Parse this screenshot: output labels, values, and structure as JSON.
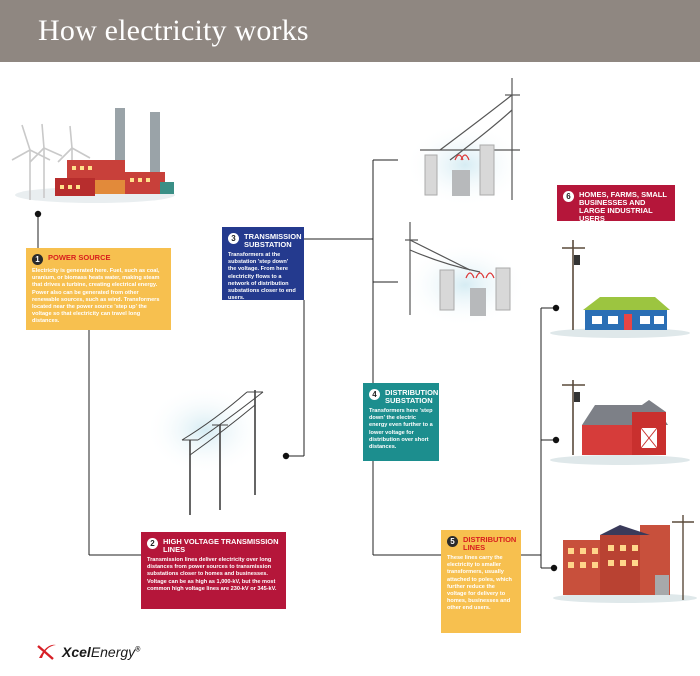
{
  "header": {
    "title": "How electricity works"
  },
  "steps": [
    {
      "number": "1",
      "title": "POWER SOURCE",
      "body": "Electricity is generated here. Fuel, such as coal, uranium, or biomass heats water, making steam that drives a turbine, creating electrical energy. Power also can be generated from other renewable sources, such as wind. Transformers located near the power source 'step up' the voltage so that electricity can travel long distances."
    },
    {
      "number": "2",
      "title": "HIGH VOLTAGE TRANSMISSION LINES",
      "body": "Transmission lines deliver electricity over long distances from power sources to transmission substations closer to homes and businesses. Voltage can be as high as 1,000-kV, but the most common high voltage lines are 230-kV or 345-kV."
    },
    {
      "number": "3",
      "title": "TRANSMISSION SUBSTATION",
      "body": "Transformers at the substation 'step down' the voltage. From here electricity flows to a network of distribution substations closer to end users."
    },
    {
      "number": "4",
      "title": "DISTRIBUTION SUBSTATION",
      "body": "Transformers here 'step down' the electric energy even further to a lower voltage for distribution over short distances."
    },
    {
      "number": "5",
      "title": "DISTRIBUTION LINES",
      "body": "These lines carry the electricity to smaller transformers, usually attached to poles, which further reduce the voltage for delivery to homes, businesses and other end users."
    },
    {
      "number": "6",
      "title": "HOMES, FARMS, SMALL BUSINESSES AND LARGE INDUSTRIAL USERS",
      "body": ""
    }
  ],
  "logo": {
    "brand_bold": "Xcel",
    "brand_regular": "Energy",
    "mark": "®"
  },
  "colors": {
    "header": "#8f8781",
    "yellow": "#f7c04f",
    "blue": "#243a8e",
    "teal": "#1c8e8e",
    "crimson": "#b5163a"
  },
  "icons": [
    "power-plant",
    "wind-turbine",
    "transmission-tower",
    "substation",
    "utility-pole",
    "house",
    "barn",
    "factory"
  ]
}
